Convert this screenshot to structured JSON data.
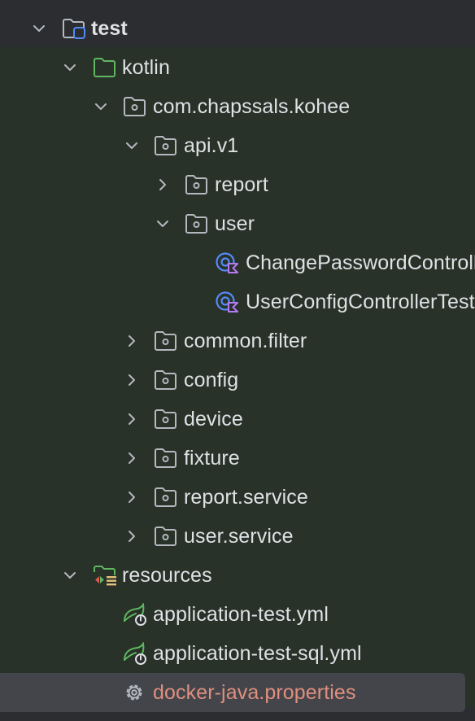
{
  "tree": {
    "items": [
      {
        "label": "test",
        "icon": "test-folder-icon",
        "expanded": true
      },
      {
        "label": "kotlin",
        "icon": "source-folder-icon",
        "expanded": true
      },
      {
        "label": "com.chapssals.kohee",
        "icon": "package-icon",
        "expanded": true
      },
      {
        "label": "api.v1",
        "icon": "package-icon",
        "expanded": true
      },
      {
        "label": "report",
        "icon": "package-icon",
        "expanded": false
      },
      {
        "label": "user",
        "icon": "package-icon",
        "expanded": true
      },
      {
        "label": "ChangePasswordControllerTest",
        "icon": "kotlin-test-class-icon"
      },
      {
        "label": "UserConfigControllerTest",
        "icon": "kotlin-test-class-icon"
      },
      {
        "label": "common.filter",
        "icon": "package-icon",
        "expanded": false
      },
      {
        "label": "config",
        "icon": "package-icon",
        "expanded": false
      },
      {
        "label": "device",
        "icon": "package-icon",
        "expanded": false
      },
      {
        "label": "fixture",
        "icon": "package-icon",
        "expanded": false
      },
      {
        "label": "report.service",
        "icon": "package-icon",
        "expanded": false
      },
      {
        "label": "user.service",
        "icon": "package-icon",
        "expanded": false
      },
      {
        "label": "resources",
        "icon": "test-resources-folder-icon",
        "expanded": true
      },
      {
        "label": "application-test.yml",
        "icon": "spring-config-icon"
      },
      {
        "label": "application-test-sql.yml",
        "icon": "spring-config-icon"
      },
      {
        "label": "docker-java.properties",
        "icon": "gear-icon",
        "selected": true,
        "modified": true
      }
    ]
  },
  "colors": {
    "background": "#2b2d30",
    "test_tint": "#283229",
    "selection": "#43454a",
    "text": "#dfe1e5",
    "modified_text": "#e08f7e",
    "source_folder_green": "#5fb85f",
    "kotlin_accent": "#b57cf0",
    "test_blue": "#548af7"
  }
}
